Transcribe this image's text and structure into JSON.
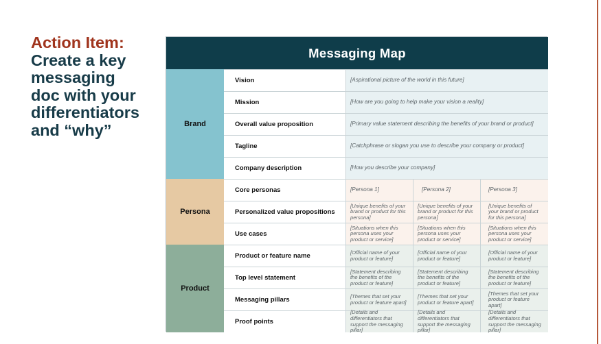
{
  "action_item": {
    "line1": "Action Item:",
    "lines": [
      "Create a key",
      "messaging",
      "doc with your",
      "differentiators",
      "and “why”"
    ]
  },
  "map": {
    "title": "Messaging Map",
    "groups": {
      "brand": "Brand",
      "persona": "Persona",
      "product": "Product"
    },
    "brand_rows": [
      {
        "label": "Vision",
        "value": "[Aspirational picture of the world in this future]"
      },
      {
        "label": "Mission",
        "value": "[How are you going to help make your vision a reality]"
      },
      {
        "label": "Overall value proposition",
        "value": "[Primary value statement describing the benefits of your brand or product]"
      },
      {
        "label": "Tagline",
        "value": "[Catchphrase or slogan you use to describe your company or product]"
      },
      {
        "label": "Company description",
        "value": "[How you describe your company]"
      }
    ],
    "persona_rows": [
      {
        "label": "Core personas",
        "cells": [
          "[Persona 1]",
          "[Persona 2]",
          "[Persona 3]"
        ]
      },
      {
        "label": "Personalized value propositions",
        "cells": [
          "[Unique benefits of your brand or product for this persona]",
          "[Unique benefits of your brand or product for this persona]",
          "[Unique benefits of your brand or product for this persona]"
        ]
      },
      {
        "label": "Use cases",
        "cells": [
          "[Situations when this persona uses your product or service]",
          "[Situations when this persona uses your product or service]",
          "[Situations when this persona uses your product or service]"
        ]
      }
    ],
    "product_rows": [
      {
        "label": "Product or feature name",
        "cells": [
          "[Official name of your product or feature]",
          "[Official name of your product or feature]",
          "[Official name of your product or feature]"
        ]
      },
      {
        "label": "Top level statement",
        "cells": [
          "[Statement describing the benefits of the product or feature]",
          "[Statement describing the benefits of the product or feature]",
          "[Statement describing the benefits of the product or feature]"
        ]
      },
      {
        "label": "Messaging pillars",
        "cells": [
          "[Themes that set your product or feature apart]",
          "[Themes that set your product or feature apart]",
          "[Themes that set your product or feature apart]"
        ]
      },
      {
        "label": "Proof points",
        "cells": [
          "[Details and differentiators that support the messaging pillar]",
          "[Details and differentiators that support the messaging pillar]",
          "[Details and differentiators that support the messaging pillar]"
        ]
      }
    ]
  },
  "colors": {
    "header_bg": "#0f3d4a",
    "brand_group": "#85c3cf",
    "persona_group": "#e6c9a3",
    "product_group": "#8dae9a",
    "title_accent": "#a0341d",
    "title_text": "#173b48"
  }
}
